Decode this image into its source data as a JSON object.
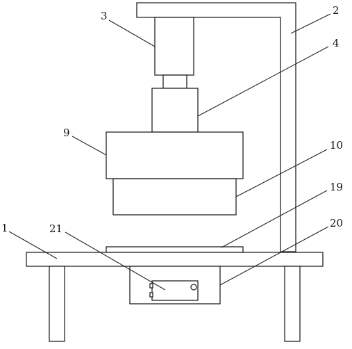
{
  "diagram": {
    "callouts": {
      "c1": "1",
      "c2": "2",
      "c3": "3",
      "c4": "4",
      "c9": "9",
      "c10": "10",
      "c19": "19",
      "c20": "20",
      "c21": "21"
    },
    "colors": {
      "line": "#222222",
      "background": "#ffffff"
    }
  }
}
